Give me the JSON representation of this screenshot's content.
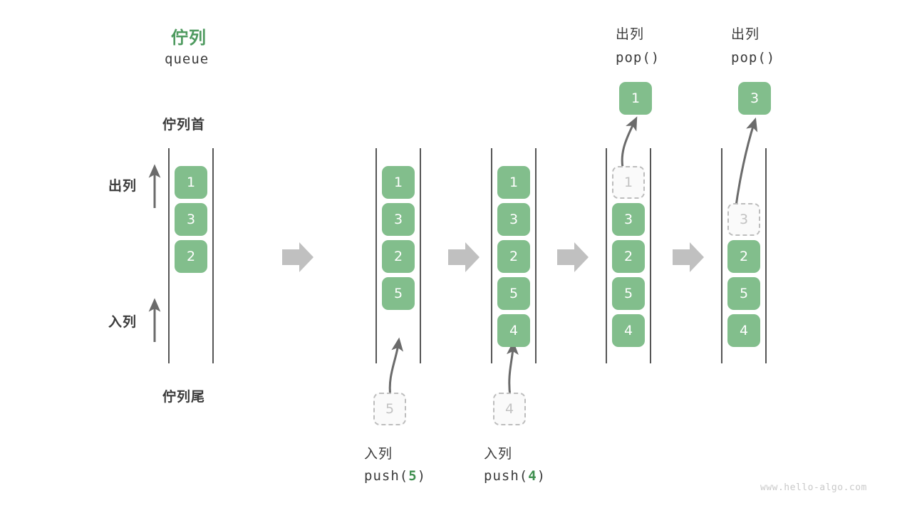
{
  "diagram": {
    "title_cn": "佇列",
    "title_en": "queue",
    "head_label": "佇列首",
    "tail_label": "佇列尾",
    "dequeue_label": "出列",
    "enqueue_label": "入列",
    "watermark": "www.hello-algo.com",
    "colors": {
      "node_fill": "#82be8c",
      "node_text": "#ffffff",
      "ghost_border": "#bdbdbd",
      "ghost_text": "#c2c2c2",
      "rail": "#555555",
      "arrow": "#6b6b6b",
      "step_arrow": "#c0c0c0",
      "accent_green": "#4e9a5f",
      "text": "#3b3b3b",
      "watermark": "#c9c9c9"
    }
  },
  "stages": [
    {
      "name": "initial",
      "items": [
        "1",
        "3",
        "2"
      ],
      "ghost_index": null,
      "ghost_value": null
    },
    {
      "name": "after-push-5",
      "items": [
        "1",
        "3",
        "2",
        "5"
      ],
      "ghost_index": null,
      "ghost_value": null
    },
    {
      "name": "after-push-4",
      "items": [
        "1",
        "3",
        "2",
        "5",
        "4"
      ],
      "ghost_index": null,
      "ghost_value": null
    },
    {
      "name": "after-pop-1",
      "items": [
        "1",
        "3",
        "2",
        "5",
        "4"
      ],
      "ghost_index": 0,
      "ghost_value": "1"
    },
    {
      "name": "after-pop-3",
      "items": [
        "3",
        "2",
        "5",
        "4"
      ],
      "ghost_index": 0,
      "ghost_value": "3"
    }
  ],
  "operations": {
    "push": [
      {
        "label_cn": "入列",
        "code_prefix": "push(",
        "arg": "5",
        "code_suffix": ")",
        "ghost_value": "5"
      },
      {
        "label_cn": "入列",
        "code_prefix": "push(",
        "arg": "4",
        "code_suffix": ")",
        "ghost_value": "4"
      }
    ],
    "pop": [
      {
        "label_cn": "出列",
        "code": "pop()",
        "value": "1"
      },
      {
        "label_cn": "出列",
        "code": "pop()",
        "value": "3"
      }
    ]
  }
}
